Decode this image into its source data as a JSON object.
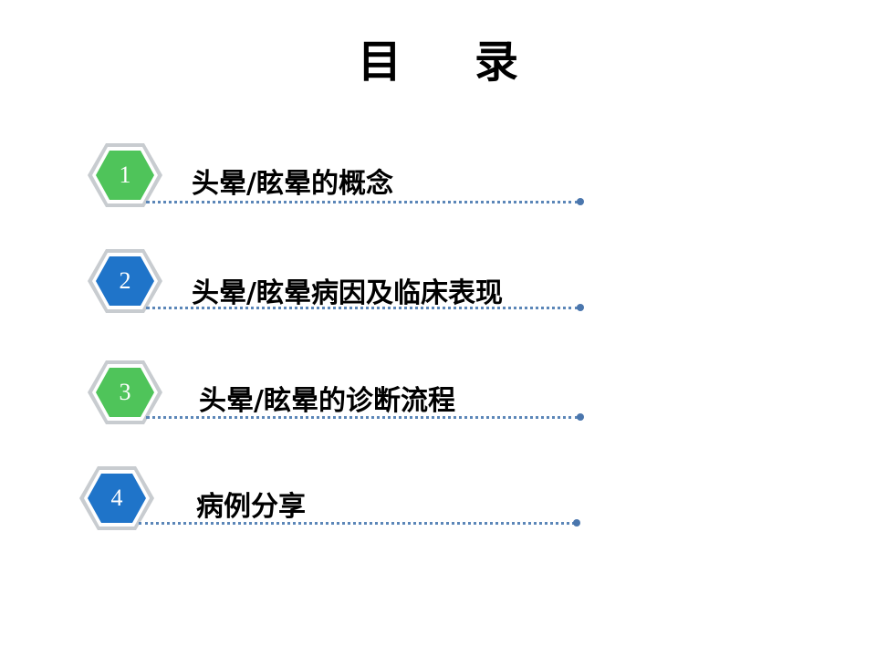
{
  "title": {
    "part1": "目",
    "part2": "录"
  },
  "items": [
    {
      "number": "1",
      "label": "头晕/眩晕的概念",
      "color": "#4fc45a"
    },
    {
      "number": "2",
      "label": "头晕/眩晕病因及临床表现",
      "color": "#1f74c9"
    },
    {
      "number": "3",
      "label": "头晕/眩晕的诊断流程",
      "color": "#4fc45a"
    },
    {
      "number": "4",
      "label": "病例分享",
      "color": "#1f74c9"
    }
  ],
  "colors": {
    "green": "#4fc45a",
    "blue": "#1f74c9",
    "dotline": "#5b86b8",
    "frame": "#c8ccd0"
  }
}
